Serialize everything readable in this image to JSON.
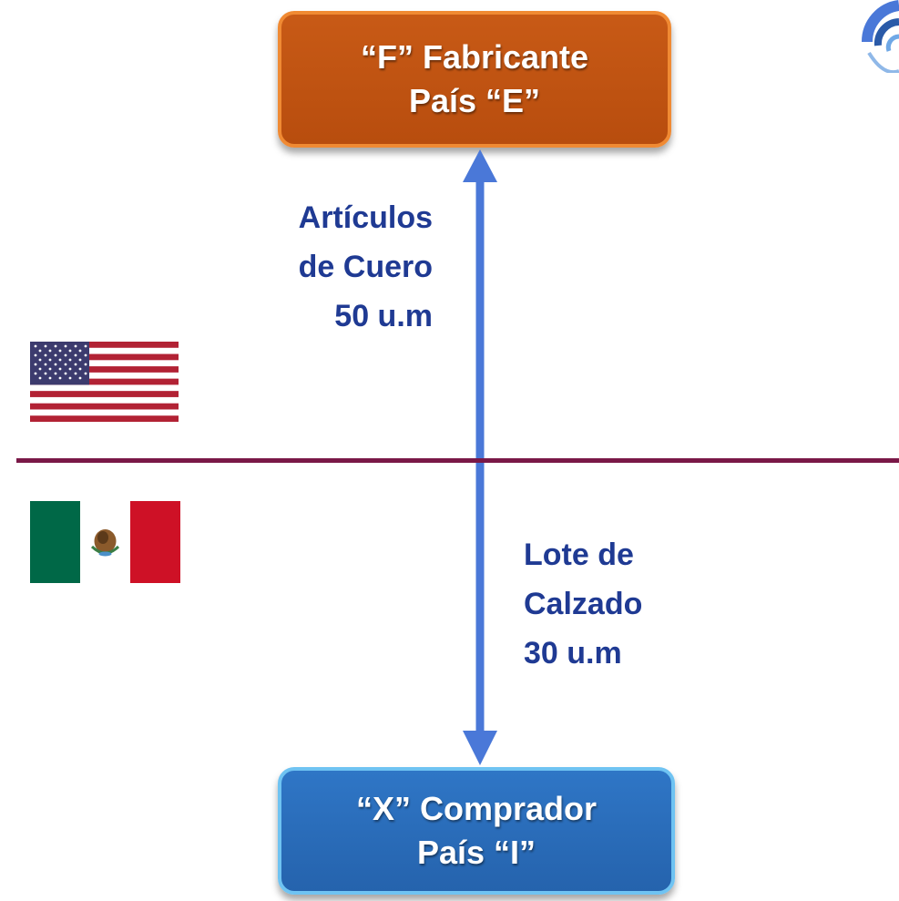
{
  "top_box": {
    "line1": "“F” Fabricante",
    "line2": "País “E”"
  },
  "bottom_box": {
    "line1": "“X” Comprador",
    "line2": "País “I”"
  },
  "left_label": {
    "line1": "Artículos",
    "line2": "de Cuero",
    "line3": "50  u.m"
  },
  "right_label": {
    "line1": "Lote de",
    "line2": "Calzado",
    "line3": "30  u.m"
  },
  "colors": {
    "top_box": "#c0540f",
    "bottom_box": "#2b6cb9",
    "label_text": "#1f3a93",
    "divider": "#7a1847",
    "arrow": "#4a78d8"
  },
  "icons": [
    "us-flag-icon",
    "mexico-flag-icon",
    "logo-icon"
  ]
}
